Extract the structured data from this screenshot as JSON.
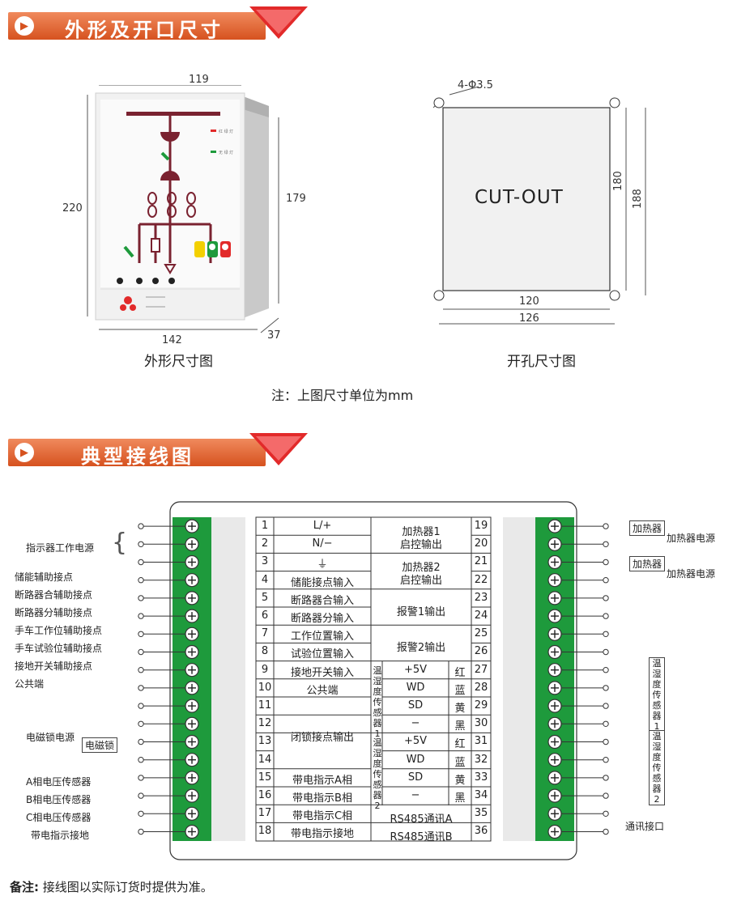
{
  "sections": {
    "outline_title": "外形及开口尺寸",
    "wiring_title": "典型接线图"
  },
  "outline": {
    "caption": "外形尺寸图",
    "dims": {
      "w_top": "119",
      "h_left": "220",
      "h_right": "179",
      "w_bottom": "142",
      "depth": "37"
    },
    "legend": {
      "red": "红 绿 灯",
      "green": "无 绿 灯"
    }
  },
  "cutout": {
    "caption": "开孔尺寸图",
    "label": "CUT-OUT",
    "holes": "4-Φ3.5",
    "dims": {
      "h_inner": "180",
      "h_outer": "188",
      "w_inner": "120",
      "w_outer": "126"
    }
  },
  "unit_note": "注：上图尺寸单位为mm",
  "terminals_left": [
    {
      "no": "1",
      "name": "L/+"
    },
    {
      "no": "2",
      "name": "N/−"
    },
    {
      "no": "3",
      "name": "⏚"
    },
    {
      "no": "4",
      "name": "储能接点输入"
    },
    {
      "no": "5",
      "name": "断路器合输入"
    },
    {
      "no": "6",
      "name": "断路器分输入"
    },
    {
      "no": "7",
      "name": "工作位置输入"
    },
    {
      "no": "8",
      "name": "试验位置输入"
    },
    {
      "no": "9",
      "name": "接地开关输入"
    },
    {
      "no": "10",
      "name": "公共端"
    },
    {
      "no": "11",
      "name": ""
    },
    {
      "no": "12",
      "name": ""
    },
    {
      "no": "13",
      "name": ""
    },
    {
      "no": "14",
      "name": ""
    },
    {
      "no": "15",
      "name": "带电指示A相"
    },
    {
      "no": "16",
      "name": "带电指示B相"
    },
    {
      "no": "17",
      "name": "带电指示C相"
    },
    {
      "no": "18",
      "name": "带电指示接地"
    }
  ],
  "lock_output": "闭锁接点输出",
  "terminals_right": [
    "19",
    "20",
    "21",
    "22",
    "23",
    "24",
    "25",
    "26",
    "27",
    "28",
    "29",
    "30",
    "31",
    "32",
    "33",
    "34",
    "35",
    "36"
  ],
  "right_groups": {
    "heater1": [
      "加热器1",
      "启控输出"
    ],
    "heater2": [
      "加热器2",
      "启控输出"
    ],
    "alarm1": "报警1输出",
    "alarm2": "报警2输出",
    "sensor1": [
      "温",
      "湿",
      "度",
      "传",
      "感",
      "器",
      "1"
    ],
    "sensor2": [
      "温",
      "湿",
      "度",
      "传",
      "感",
      "器",
      "2"
    ],
    "sensor_rows": [
      {
        "sig": "+5V",
        "color": "红"
      },
      {
        "sig": "WD",
        "color": "蓝"
      },
      {
        "sig": "SD",
        "color": "黄"
      },
      {
        "sig": "−",
        "color": "黑"
      }
    ],
    "rs485a": "RS485通讯A",
    "rs485b": "RS485通讯B"
  },
  "external_left": {
    "indicator_power": "指示器工作电源",
    "storage": "储能辅助接点",
    "breaker_close": "断路器合辅助接点",
    "breaker_open": "断路器分辅助接点",
    "work_pos": "手车工作位辅助接点",
    "test_pos": "手车试验位辅助接点",
    "earth_switch": "接地开关辅助接点",
    "common": "公共端",
    "lock_power": "电磁锁电源",
    "lock": "电磁锁",
    "va": "A相电压传感器",
    "vb": "B相电压传感器",
    "vc": "C相电压传感器",
    "earth_ind": "带电指示接地"
  },
  "external_right": {
    "heater": "加热器",
    "heater_power": "加热器电源",
    "sensor1": [
      "温",
      "湿",
      "度",
      "传",
      "感",
      "器",
      "1"
    ],
    "sensor2": [
      "温",
      "湿",
      "度",
      "传",
      "感",
      "器",
      "2"
    ],
    "comm": "通讯接口"
  },
  "remark": {
    "label": "备注:",
    "text": "接线图以实际订货时提供为准。"
  },
  "colors": {
    "banner": "#e0632c",
    "triangle": "#e22a2a",
    "terminal_green": "#1e9a3c",
    "busbar": "#7a2230"
  }
}
